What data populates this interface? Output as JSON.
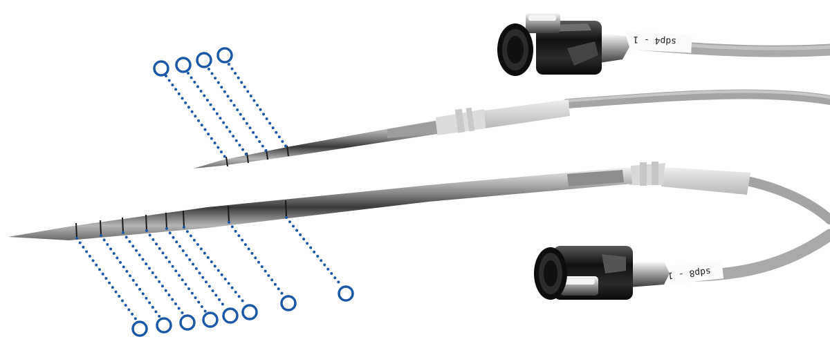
{
  "image": {
    "subject": "Two stainless-steel depth electrodes with black connectors and grey cables; blue dotted callouts mark electrode contacts",
    "background_color": "#ffffff",
    "callout_color": "#1d58a6"
  },
  "upper_electrode": {
    "connector_label": "sdp4 - 1",
    "contact_count": 4
  },
  "lower_electrode": {
    "connector_label": "sdp8 - 1",
    "contact_count": 8
  }
}
